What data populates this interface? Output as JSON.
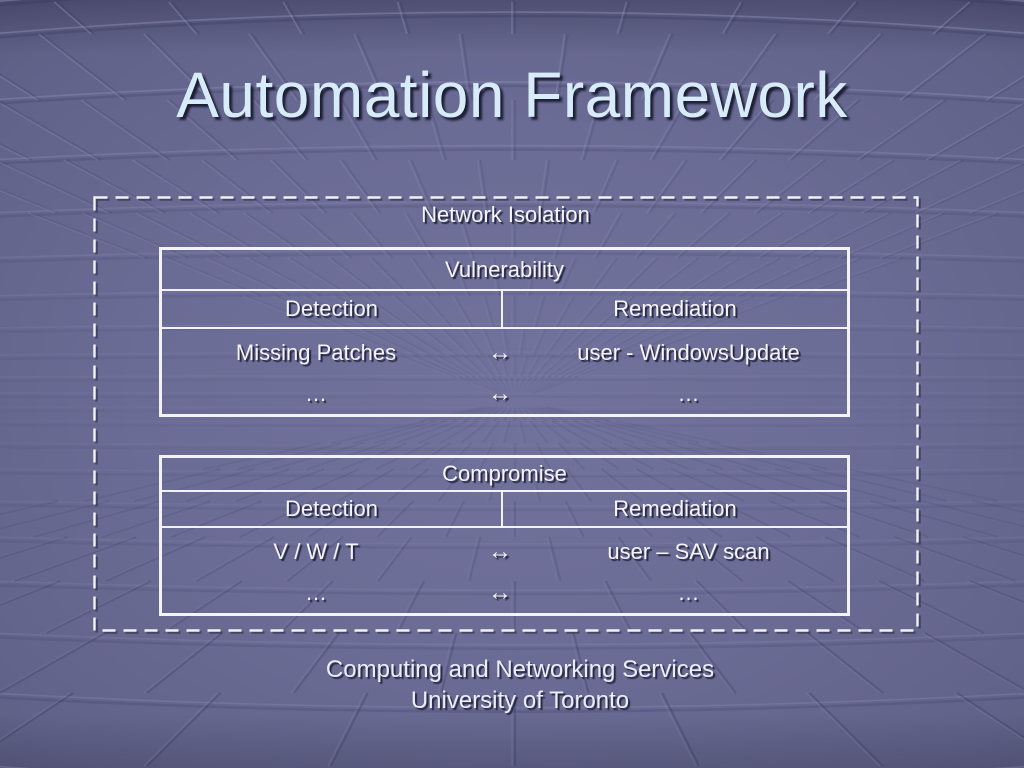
{
  "slide": {
    "title": "Automation Framework",
    "isolation_label": "Network Isolation",
    "tables": [
      {
        "title": "Vulnerability",
        "columns": [
          "Detection",
          "Remediation"
        ],
        "rows": [
          [
            "Missing Patches",
            "↔",
            "user - WindowsUpdate"
          ],
          [
            "…",
            "↔",
            "…"
          ]
        ]
      },
      {
        "title": "Compromise",
        "columns": [
          "Detection",
          "Remediation"
        ],
        "rows": [
          [
            "V / W / T",
            "↔",
            "user – SAV scan"
          ],
          [
            "…",
            "↔",
            "…"
          ]
        ]
      }
    ],
    "footer": {
      "line1": "Computing and Networking Services",
      "line2": "University of Toronto"
    },
    "colors": {
      "background_center": "#72739c",
      "background_edge": "#484a6d",
      "grid_line_light": "#8c8eb4",
      "grid_line_shadow": "#32335a",
      "border_white": "#f2f2f7",
      "title_text": "#d8ebf8",
      "body_text": "#f4f4f8"
    }
  }
}
